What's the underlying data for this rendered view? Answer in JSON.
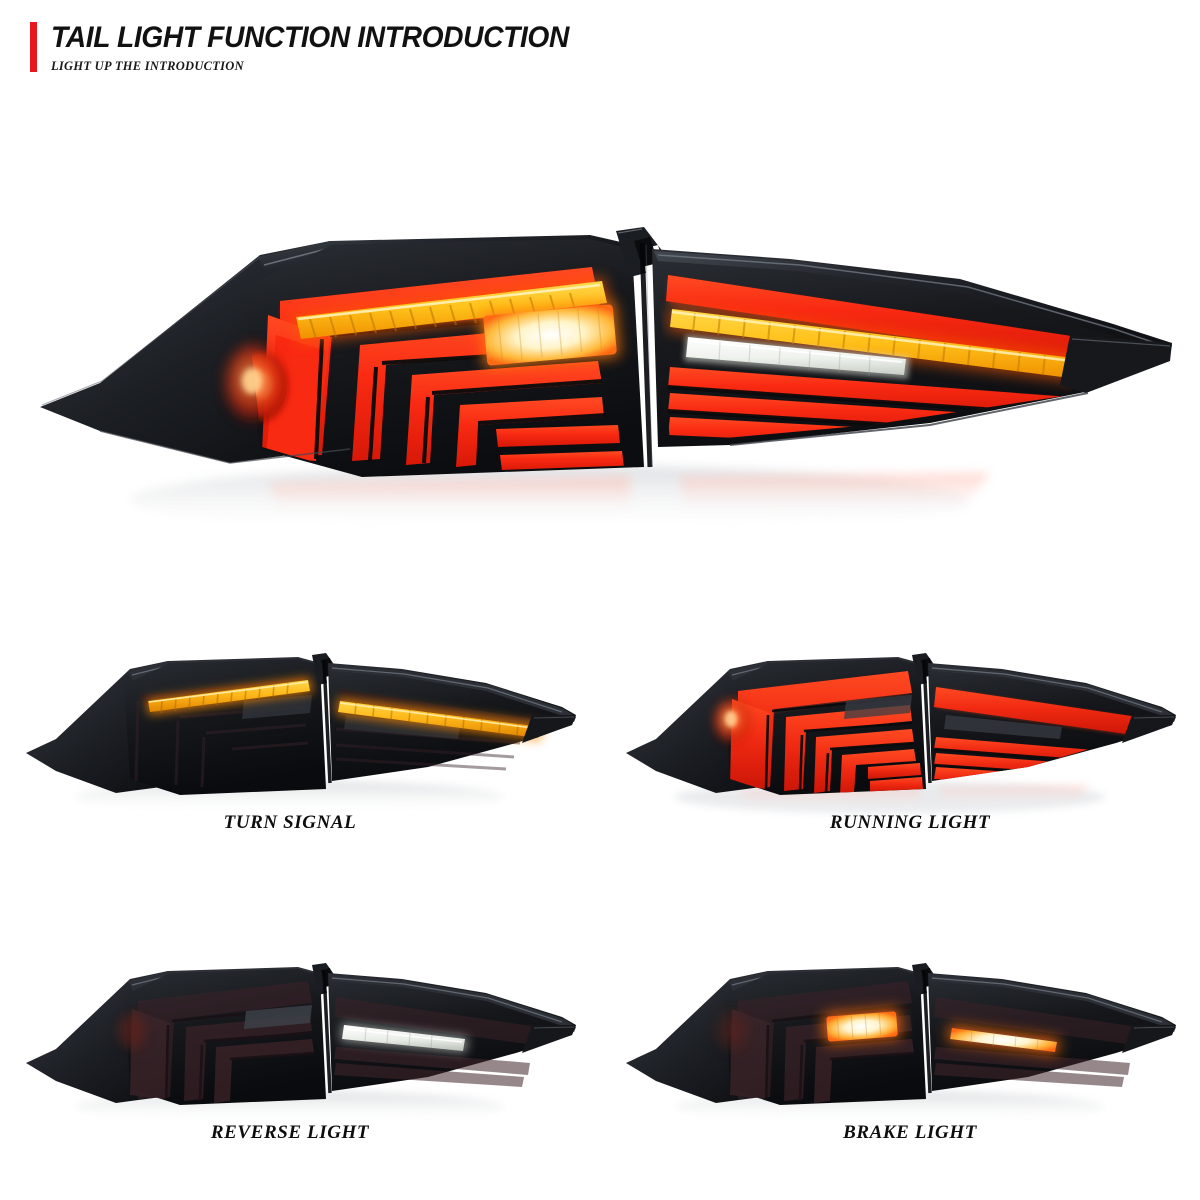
{
  "header": {
    "title": "TAIL LIGHT FUNCTION INTRODUCTION",
    "subtitle": "LIGHT UP THE INTRODUCTION",
    "accent_color": "#e8191e"
  },
  "product": {
    "type": "automotive-led-tail-light-assembly",
    "housing_finish": "smoked-black",
    "sections": [
      "outer-quarter-panel-lamp",
      "inner-trunk-lid-lamp"
    ]
  },
  "colors": {
    "background": "#ffffff",
    "title_text": "#111111",
    "caption_text": "#0e0e0e",
    "housing_dark": "#121417",
    "housing_mid": "#24272c",
    "housing_edge": "#3a3e45",
    "led_red_bright": "#f92a12",
    "led_red_dim": "#e8301c",
    "led_red_off": "#3a2024",
    "led_amber": "#ffc21a",
    "led_amber_core": "#fff0b0",
    "led_amber_off": "#2a2420",
    "led_white": "#f4f6f2",
    "led_white_off": "#2e3136",
    "brake_glow": "#ff8a1e",
    "brake_core": "#fff6d8",
    "marker_red": "#ff3b10",
    "reflection_pink": "#ffb3a6"
  },
  "hero": {
    "name": "full-assembly-all-functions-on",
    "lit_elements": [
      "running-light-red-bars",
      "turn-signal-amber-strip",
      "reverse-white-lens",
      "side-marker-red"
    ]
  },
  "panels": [
    {
      "id": "turn-signal",
      "caption": "TURN SIGNAL",
      "lit": [
        "amber-sequential-strip"
      ],
      "red_state": "off",
      "amber_state": "on",
      "white_state": "off",
      "marker_state": "off"
    },
    {
      "id": "running-light",
      "caption": "RUNNING LIGHT",
      "lit": [
        "red-led-bars",
        "side-marker"
      ],
      "red_state": "on",
      "amber_state": "off",
      "white_state": "off",
      "marker_state": "on"
    },
    {
      "id": "reverse-light",
      "caption": "REVERSE LIGHT",
      "lit": [
        "white-reverse-lens"
      ],
      "red_state": "off",
      "amber_state": "off",
      "white_state": "on",
      "marker_state": "off"
    },
    {
      "id": "brake-light",
      "caption": "BRAKE LIGHT",
      "lit": [
        "outer-brake-block",
        "inner-brake-strip"
      ],
      "red_state": "off",
      "amber_state": "off",
      "white_state": "off",
      "marker_state": "off",
      "brake_state": "on"
    }
  ]
}
